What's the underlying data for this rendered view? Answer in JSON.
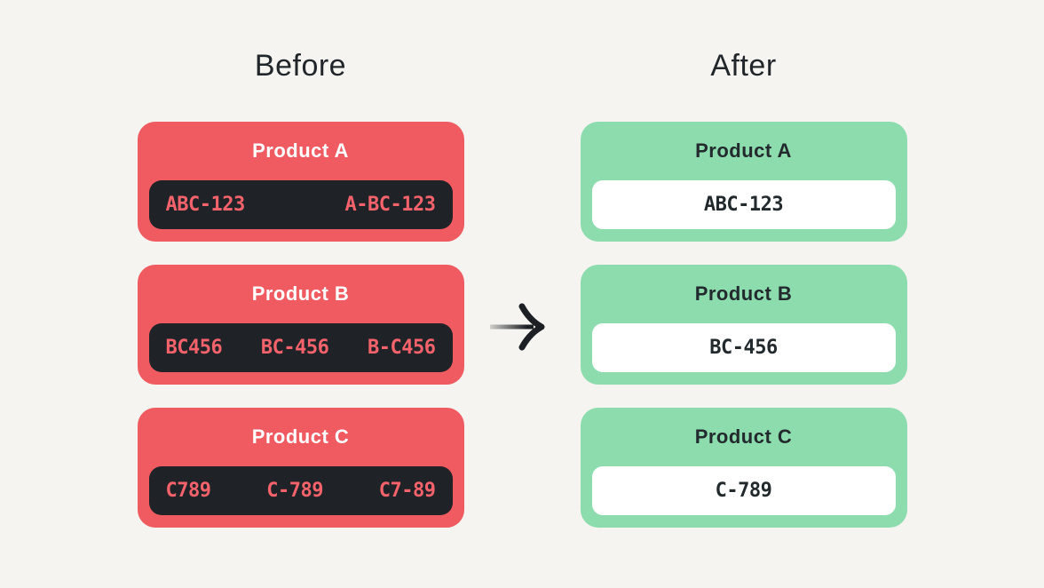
{
  "colors": {
    "background": "#f5f4f1",
    "before_card": "#ef5b61",
    "before_code_bar": "#1f2226",
    "before_code_text": "#f4636b",
    "before_title_text": "#ffffff",
    "after_card": "#8cdcae",
    "after_code_bar": "#ffffff",
    "after_text": "#222a2e",
    "heading_text": "#20262a",
    "arrow_dark": "#1c1f23",
    "arrow_light": "#cfcfcb"
  },
  "before": {
    "heading": "Before",
    "cards": [
      {
        "title": "Product A",
        "codes": [
          "ABC-123",
          "A-BC-123"
        ]
      },
      {
        "title": "Product B",
        "codes": [
          "BC456",
          "BC-456",
          "B-C456"
        ]
      },
      {
        "title": "Product C",
        "codes": [
          "C789",
          "C-789",
          "C7-89"
        ]
      }
    ]
  },
  "after": {
    "heading": "After",
    "cards": [
      {
        "title": "Product A",
        "code": "ABC-123"
      },
      {
        "title": "Product B",
        "code": "BC-456"
      },
      {
        "title": "Product C",
        "code": "C-789"
      }
    ]
  },
  "arrow": {
    "icon": "right-arrow"
  }
}
